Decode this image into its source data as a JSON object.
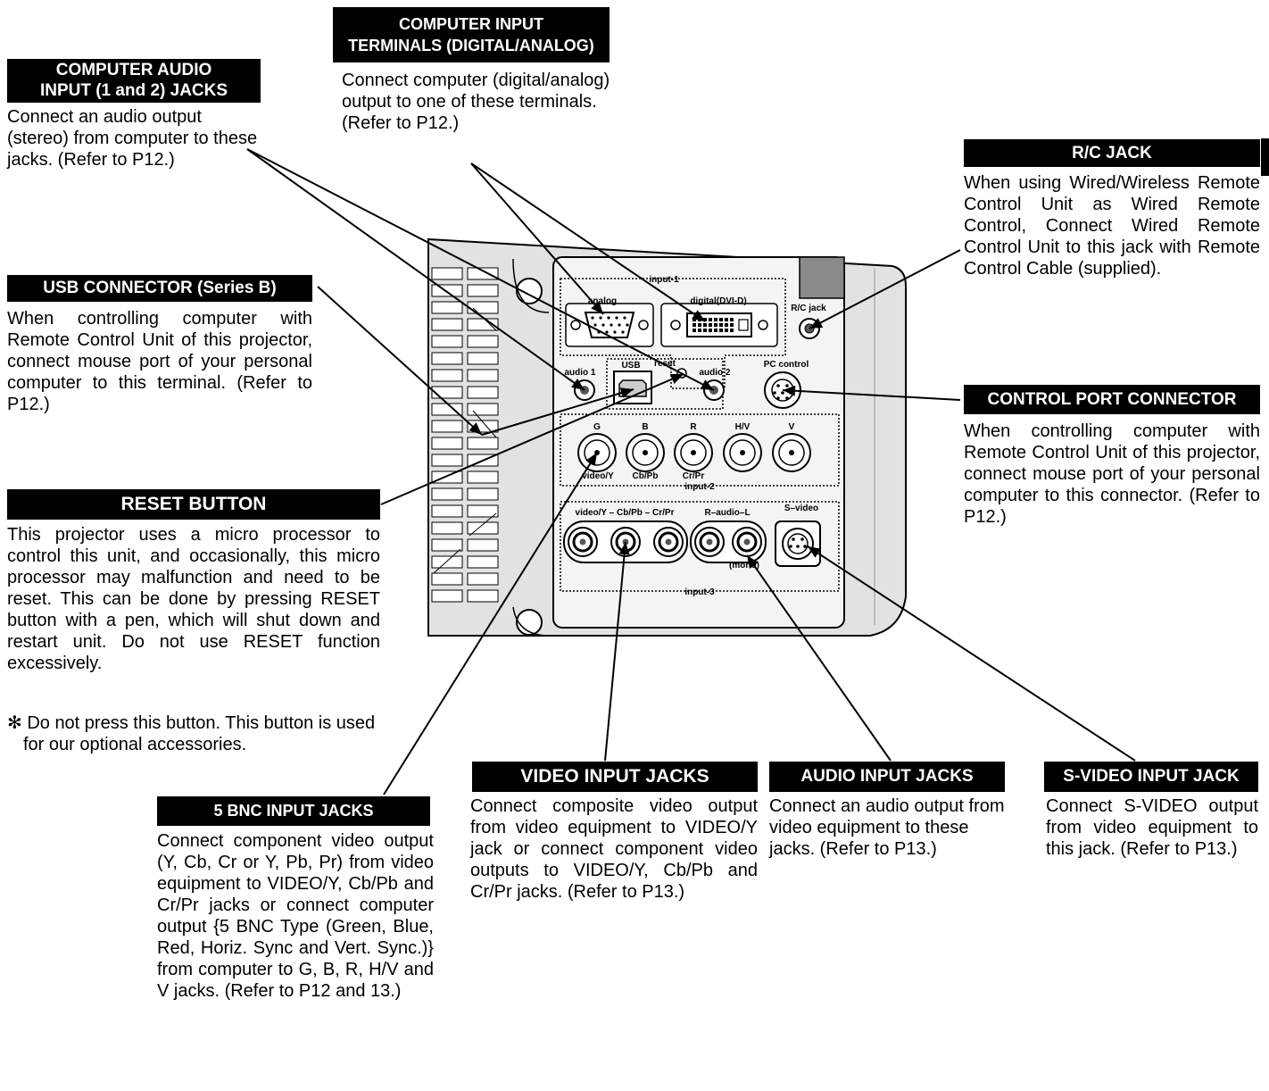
{
  "callouts": {
    "computer_audio": {
      "title": [
        "COMPUTER AUDIO",
        "INPUT (1 and 2) JACKS"
      ],
      "text": "Connect an audio output (stereo) from computer to these jacks. (Refer to P12.)"
    },
    "computer_input": {
      "title": [
        "COMPUTER INPUT",
        "TERMINALS (DIGITAL/ANALOG)"
      ],
      "text": "Connect computer (digital/analog) output to one of these terminals. (Refer to P12.)"
    },
    "rc_jack": {
      "title": [
        "R/C JACK"
      ],
      "text": "When using Wired/Wireless Remote Control Unit as Wired Remote Control, Connect Wired Remote Control Unit to this jack with Remote Control Cable (supplied)."
    },
    "usb": {
      "title": [
        "USB CONNECTOR (Series B)"
      ],
      "text": "When controlling computer with Remote Control Unit of this projector, connect mouse port of your personal computer to this terminal. (Refer to P12.)"
    },
    "control_port": {
      "title": [
        "CONTROL PORT CONNECTOR"
      ],
      "text": "When controlling computer with Remote Control Unit of this projector, connect mouse port of your personal computer to this connector. (Refer to P12.)"
    },
    "reset": {
      "title": [
        "RESET BUTTON"
      ],
      "text": "This projector uses a micro processor to control this unit, and occasionally, this micro processor may malfunction and need to be reset. This can be done by pressing RESET button with a pen, which will shut down and restart unit. Do not use RESET function excessively.",
      "note": "✻ Do not press this button. This button is used for our optional accessories."
    },
    "bnc": {
      "title": [
        "5 BNC INPUT JACKS"
      ],
      "text": "Connect component video output (Y, Cb, Cr or Y, Pb, Pr) from video equipment to VIDEO/Y, Cb/Pb and Cr/Pr jacks or connect computer output {5 BNC Type (Green, Blue, Red, Horiz. Sync and Vert. Sync.)} from computer to G, B, R, H/V and V jacks. (Refer to P12 and 13.)"
    },
    "video": {
      "title": [
        "VIDEO INPUT JACKS"
      ],
      "text": "Connect composite video output from video equipment to VIDEO/Y jack or connect component video outputs to VIDEO/Y, Cb/Pb and Cr/Pr jacks. (Refer to P13.)"
    },
    "audio": {
      "title": [
        "AUDIO INPUT JACKS"
      ],
      "text": "Connect an audio output from video equipment to these jacks. (Refer to P13.)"
    },
    "svideo": {
      "title": [
        "S-VIDEO INPUT JACK"
      ],
      "text": "Connect S-VIDEO output from video equipment to this jack. (Refer to P13.)"
    }
  },
  "panel_labels": {
    "input1": "input-1",
    "input2": "input-2",
    "input3": "input-3",
    "analog": "analog",
    "digital": "digital(DVI-D)",
    "rc_jack": "R/C jack",
    "pc_control": "PC control",
    "audio1": "audio 1",
    "audio2": "audio 2",
    "usb": "USB",
    "reset": "reset",
    "g": "G",
    "b": "B",
    "r": "R",
    "hv": "H/V",
    "v": "V",
    "videoy_bnc": "video/Y",
    "cbpb": "Cb/Pb",
    "crpr": "Cr/Pr",
    "video_row": "video/Y – Cb/Pb – Cr/Pr",
    "audio_row": "R–audio–L",
    "svideo": "S–video",
    "mono": "(mono)"
  }
}
